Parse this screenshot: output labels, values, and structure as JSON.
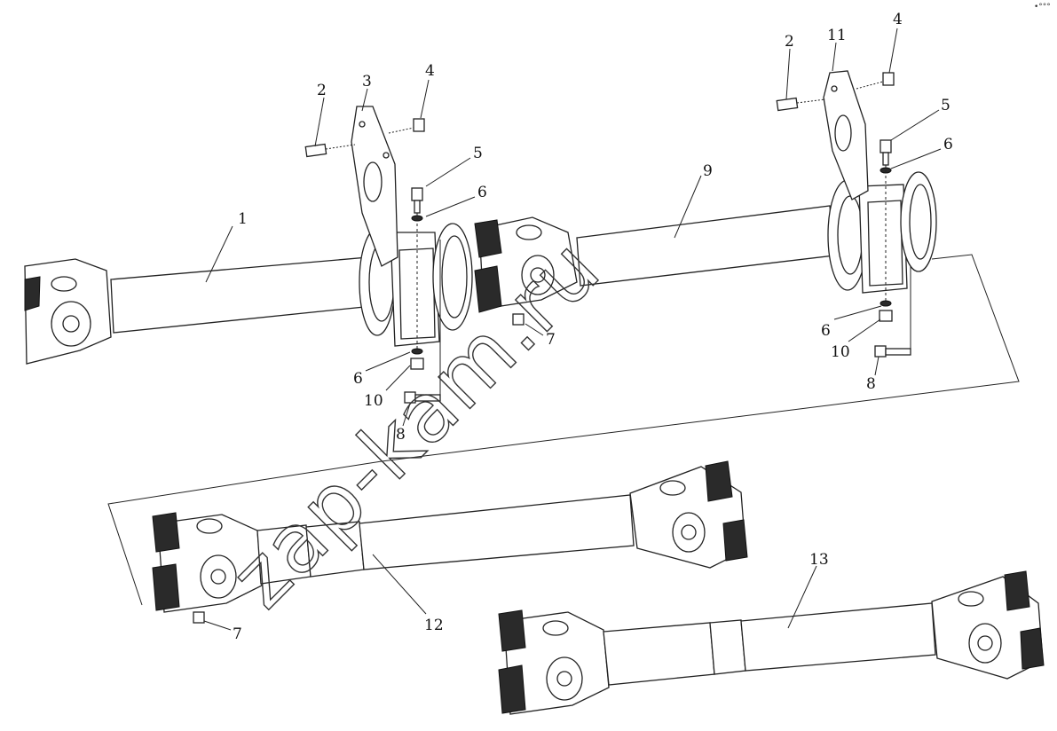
{
  "watermark": "zap-kam.ru",
  "corner_mark": "•°°°",
  "callouts": [
    {
      "id": "c1",
      "text": "1"
    },
    {
      "id": "c2a",
      "text": "2"
    },
    {
      "id": "c3",
      "text": "3"
    },
    {
      "id": "c4a",
      "text": "4"
    },
    {
      "id": "c5a",
      "text": "5"
    },
    {
      "id": "c6a",
      "text": "6"
    },
    {
      "id": "c6b",
      "text": "6"
    },
    {
      "id": "c10a",
      "text": "10"
    },
    {
      "id": "c8a",
      "text": "8"
    },
    {
      "id": "c7a",
      "text": "7"
    },
    {
      "id": "c9",
      "text": "9"
    },
    {
      "id": "c2b",
      "text": "2"
    },
    {
      "id": "c11",
      "text": "11"
    },
    {
      "id": "c4b",
      "text": "4"
    },
    {
      "id": "c5b",
      "text": "5"
    },
    {
      "id": "c6c",
      "text": "6"
    },
    {
      "id": "c6d",
      "text": "6"
    },
    {
      "id": "c10b",
      "text": "10"
    },
    {
      "id": "c8b",
      "text": "8"
    },
    {
      "id": "c12",
      "text": "12"
    },
    {
      "id": "c7b",
      "text": "7"
    },
    {
      "id": "c13",
      "text": "13"
    }
  ]
}
